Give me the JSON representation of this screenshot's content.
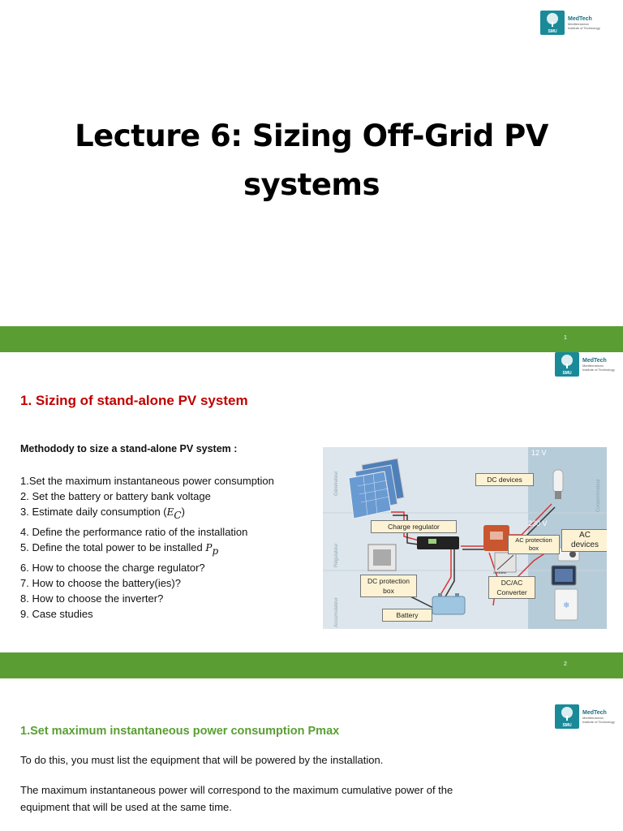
{
  "slide1": {
    "logo": {
      "name": "MedTech",
      "subtitle_line1": "Mediterranean",
      "subtitle_line2": "Institute of Technology",
      "badge": "SMU"
    },
    "title_line1": "Lecture 6: Sizing Off-Grid PV",
    "title_line2": "systems",
    "page_number": "1"
  },
  "slide2": {
    "logo": {
      "name": "MedTech",
      "subtitle_line1": "Mediterranean",
      "subtitle_line2": "Institute of Technology",
      "badge": "SMU"
    },
    "section_title": "1. Sizing of stand-alone PV system",
    "methodology_heading": "Methodody to size a stand-alone PV system :",
    "steps": [
      "1.Set the maximum instantaneous power consumption",
      "2. Set the battery or battery bank voltage",
      "3. Estimate daily consumption (",
      "4. Define the performance ratio of the installation",
      "5. Define the total power to be installed ",
      "6. How to choose the charge regulator?",
      "7. How to choose the battery(ies)?",
      "8. How to choose the inverter?",
      "9. Case studies"
    ],
    "step3_symbol": "E",
    "step3_sub": "C",
    "step3_close": ")",
    "step5_symbol": "P",
    "step5_sub": "p",
    "diagram": {
      "voltage_dc": "12 V",
      "voltage_ac": "230 V",
      "labels": {
        "dc_devices": "DC devices",
        "charge_regulator": "Charge regulator",
        "ac_protection_box": "AC protection box",
        "ac_devices": "AC devices",
        "dc_protection_box": "DC protection box",
        "dc_ac_converter": "DC/AC Converter",
        "battery": "Battery"
      },
      "side_labels": {
        "generator": "Générateur",
        "regulator": "Régulateur",
        "accumulator": "Accumulateur",
        "consumer": "Consommateur"
      },
      "small_label": "Onduleur"
    },
    "page_number": "2"
  },
  "slide3": {
    "logo": {
      "name": "MedTech",
      "subtitle_line1": "Mediterranean",
      "subtitle_line2": "Institute of Technology",
      "badge": "SMU"
    },
    "heading": "1.Set maximum instantaneous power consumption Pmax",
    "paragraph1": "To do this, you must list the equipment that will be powered by the installation.",
    "paragraph2_line1": "The maximum instantaneous power will correspond to the maximum cumulative power of the",
    "paragraph2_line2": "equipment that will be used at the same time."
  },
  "colors": {
    "green_bar": "#5a9e33",
    "section_red": "#c00000",
    "heading_green": "#5a9e33",
    "logo_teal": "#1a8a99"
  }
}
